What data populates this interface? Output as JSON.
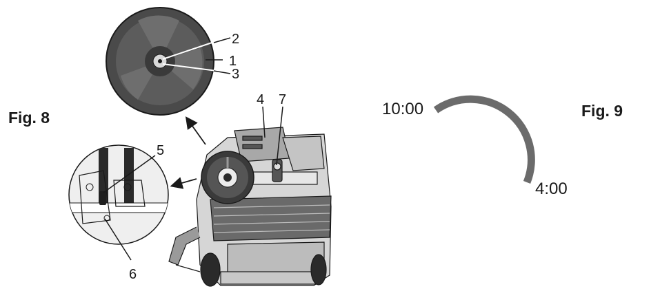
{
  "fig8": {
    "label": "Fig. 8",
    "callouts": [
      "1",
      "2",
      "3",
      "4",
      "5",
      "6",
      "7"
    ]
  },
  "fig9": {
    "label": "Fig. 9",
    "start_time": "10:00",
    "end_time": "4:00"
  },
  "colors": {
    "line": "#1a1a1a",
    "wheel_dark": "#3c3c3c",
    "wheel_mid": "#5a5a5a",
    "arc": "#6b6b6b",
    "machine_light": "#d4d4d4",
    "machine_mid": "#a8a8a8",
    "machine_dark": "#6a6a6a"
  }
}
